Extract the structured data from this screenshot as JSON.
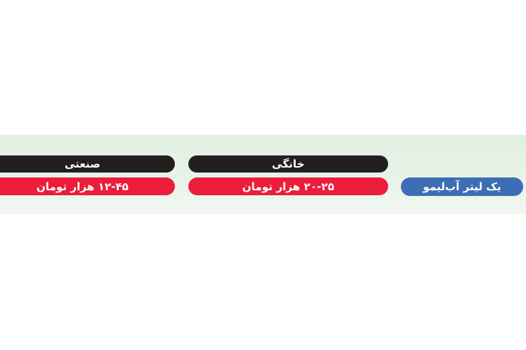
{
  "colors": {
    "band_background": "#e3f0e4",
    "category_pill": "#231f20",
    "price_pill": "#ec1c3c",
    "item_pill": "#3d6db5",
    "text": "#ffffff"
  },
  "item": {
    "label": "یک لیتر آب‌لیمو"
  },
  "columns": [
    {
      "category": "صنعتی",
      "price": "۱۲-۴۵ هزار تومان"
    },
    {
      "category": "خانگی",
      "price": "۲۰-۲۵ هزار تومان"
    }
  ]
}
